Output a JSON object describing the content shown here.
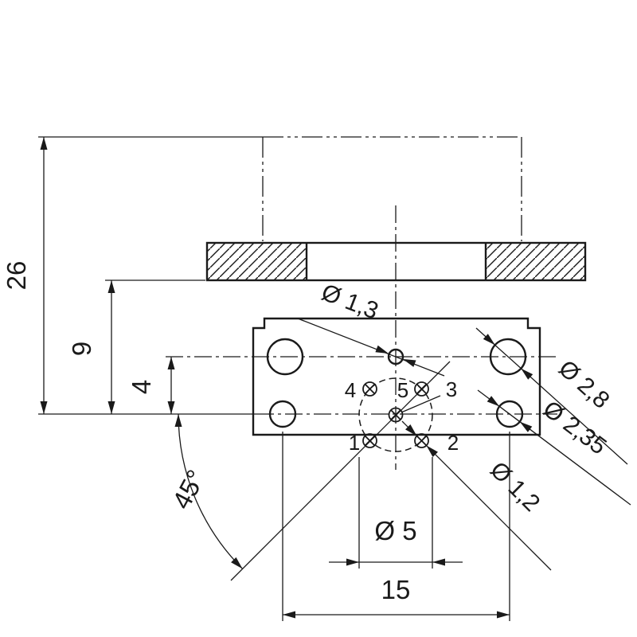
{
  "drawing": {
    "type": "technical-dimension-drawing",
    "labels": {
      "dim_26": "26",
      "dim_9": "9",
      "dim_4": "4",
      "angle_45": "45°",
      "dia_1_3": "Ø 1,3",
      "dia_2_8": "Ø 2,8",
      "dia_2_35": "Ø 2,35",
      "dia_1_2": "Ø 1,2",
      "dia_5": "Ø 5",
      "dim_15": "15"
    },
    "pins": {
      "p1": "1",
      "p2": "2",
      "p3": "3",
      "p4": "4",
      "p5": "5"
    },
    "colors": {
      "line": "#1a1a1a",
      "background": "#ffffff"
    }
  }
}
